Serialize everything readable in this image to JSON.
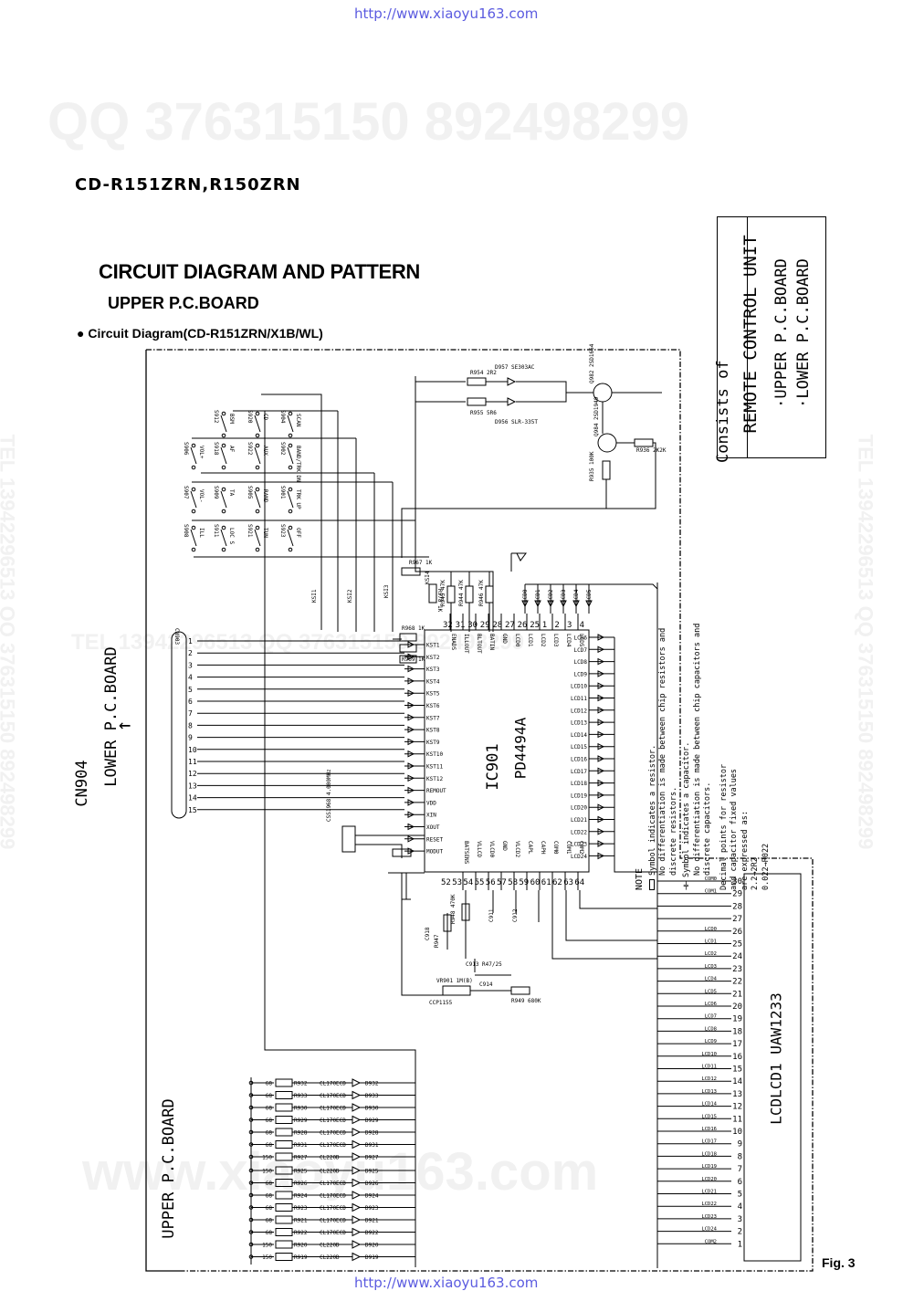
{
  "source_url": "http://www.xiaoyu163.com",
  "watermarks": {
    "qq": "QQ 376315150   892498299",
    "www": "www.xiaoyu163.com",
    "tel_left": "TEL 13942296513   QQ 376315150 892498299",
    "tel_mid": "TEL 13942296513   QQ 376315150 892498299",
    "tel_right": "TEL 13942296513   QQ 376315150 892498299"
  },
  "model": "CD-R151ZRN,R150ZRN",
  "title": "CIRCUIT DIAGRAM AND PATTERN",
  "subtitle": "UPPER P.C.BOARD",
  "section": "Circuit Diagram(CD-R151ZRN/X1B/WL)",
  "bullet": "●",
  "remote_box": {
    "line1": "REMOTE CONTROL UNIT",
    "line2": "Consists of",
    "line3": "·UPPER P.C.BOARD",
    "line4": "·LOWER P.C.BOARD"
  },
  "notes": {
    "heading": "NOTE",
    "res1": "Symbol indicates a resistor.",
    "res2": "No differentiation is made between chip resistors and",
    "res3": "discrete resistors.",
    "cap1": "Symbol indicates a capacitor.",
    "cap2": "No differentiation is made between chip capacitors and",
    "cap3": "discrete capacitors.",
    "dec1": "Decimal points for resistor",
    "dec2": "and capacitor fixed values",
    "dec3": "are expressed as:",
    "dec4": "2.2→2R2",
    "dec5": "0.022→R022"
  },
  "cn904": {
    "label1": "CN904",
    "label2": "LOWER P.C.BOARD",
    "arrow": "←",
    "connector": "CN903",
    "pins": [
      "1",
      "2",
      "3",
      "4",
      "5",
      "6",
      "7",
      "8",
      "9",
      "10",
      "11",
      "12",
      "13",
      "14",
      "15"
    ]
  },
  "ic901": {
    "ref": "IC901",
    "part": "PD4494A",
    "left_pins": [
      "KST1",
      "KST2",
      "KST3",
      "KST4",
      "KST5",
      "KST6",
      "KST7",
      "KST8",
      "KST9",
      "KST10",
      "KST11",
      "KST12",
      "REMOUT",
      "VDD",
      "XIN",
      "XOUT",
      "RESET",
      "MODUT"
    ],
    "right_pins": [
      "LCD6",
      "LCD7",
      "LCD8",
      "LCD9",
      "LCD10",
      "LCD11",
      "LCD12",
      "LCD13",
      "LCD14",
      "LCD15",
      "LCD16",
      "LCD17",
      "LCD18",
      "LCD19",
      "LCD20",
      "LCD21",
      "LCD22",
      "LCD23",
      "LCD24"
    ],
    "top_pins": [
      "ENADS",
      "ILLOUT",
      "BLTOUT",
      "BATIN",
      "GND",
      "LCD0",
      "LCD1",
      "LCD2",
      "LCD3",
      "LCD4",
      "LCD5"
    ],
    "top_nums": [
      "32",
      "31",
      "30",
      "29",
      "28",
      "27",
      "26",
      "25",
      "1",
      "2",
      "3",
      "4"
    ],
    "bottom_pins": [
      "BATSENS",
      "VLLCD",
      "VLCD0",
      "GND",
      "VLCD2",
      "CAPL",
      "CAPH",
      "COM0",
      "COM1",
      "COM2"
    ],
    "bottom_nums": [
      "52",
      "53",
      "54",
      "55",
      "56",
      "57",
      "58",
      "59",
      "60",
      "61",
      "62",
      "63",
      "64"
    ]
  },
  "lcd": {
    "label": "LCDLCD1 UAW1233",
    "pins": [
      "30",
      "29",
      "28",
      "27",
      "26",
      "25",
      "24",
      "23",
      "22",
      "21",
      "20",
      "19",
      "18",
      "17",
      "16",
      "15",
      "14",
      "13",
      "12",
      "11",
      "10",
      "9",
      "8",
      "7",
      "6",
      "5",
      "4",
      "3",
      "2",
      "1"
    ],
    "signals": [
      "COM0",
      "COM1",
      "",
      "",
      "LCD0",
      "LCD1",
      "LCD2",
      "LCD3",
      "LCD4",
      "LCD5",
      "LCD6",
      "LCD7",
      "LCD8",
      "LCD9",
      "LCD10",
      "LCD11",
      "LCD12",
      "LCD13",
      "LCD14",
      "LCD15",
      "LCD16",
      "LCD17",
      "LCD18",
      "LCD19",
      "LCD20",
      "LCD21",
      "LCD22",
      "LCD23",
      "LCD24",
      "COM2"
    ]
  },
  "switches": [
    {
      "ref": "S912",
      "fn": "BSM"
    },
    {
      "ref": "S920",
      "fn": "CD"
    },
    {
      "ref": "S904",
      "fn": "SCAN"
    },
    {
      "ref": "S906",
      "fn": "VOL+"
    },
    {
      "ref": "S918",
      "fn": "AF"
    },
    {
      "ref": "S922",
      "fn": "AUX"
    },
    {
      "ref": "S902",
      "fn": "BAND/TRK DN"
    },
    {
      "ref": "S907",
      "fn": "VOL-"
    },
    {
      "ref": "S909",
      "fn": "TA"
    },
    {
      "ref": "S905",
      "fn": "RAND"
    },
    {
      "ref": "S901",
      "fn": "TRK UP"
    },
    {
      "ref": "S908",
      "fn": "ILL"
    },
    {
      "ref": "S911",
      "fn": "LOC S"
    },
    {
      "ref": "S921",
      "fn": "TUN"
    },
    {
      "ref": "S923",
      "fn": "OFF"
    }
  ],
  "transistor_parts": {
    "q982": "Q982 2SD1664",
    "q984": "Q984 2SD1949",
    "d957": "D957 SE303AC",
    "d956": "D956 SLR-335T",
    "r954": "R954 2R2",
    "r955": "R955 5R6",
    "r935": "R935 100K",
    "r936": "R936 2K2K"
  },
  "pullups": [
    "R967 1K",
    "R978 1K",
    "R945 47K",
    "R944 47K",
    "R946 47K"
  ],
  "osc": "CSS1968 4.000MHz",
  "misc_parts": [
    "R968 1K",
    "R969 1K",
    "R970 1K",
    "C918",
    "R947",
    "R948 470K",
    "C911",
    "C912",
    "C913 R47/25",
    "C914",
    "VR901 1M(B)",
    "CCP1155",
    "R949 680K"
  ],
  "ksi_labels": [
    "KSI1",
    "KSI2",
    "KSI3",
    "KSI4"
  ],
  "led_upper": [
    {
      "d": "D932",
      "type": "CL170ECD",
      "r": "R932",
      "v": "68"
    },
    {
      "d": "D933",
      "type": "CL170ECD",
      "r": "R933",
      "v": "68"
    },
    {
      "d": "D930",
      "type": "CL170ECD",
      "r": "R930",
      "v": "68"
    },
    {
      "d": "D929",
      "type": "CL170ECD",
      "r": "R929",
      "v": "68"
    },
    {
      "d": "D928",
      "type": "CL170ECD",
      "r": "R928",
      "v": "68"
    },
    {
      "d": "D931",
      "type": "CL170ECD",
      "r": "R931",
      "v": "68"
    },
    {
      "d": "D927",
      "type": "CL220D",
      "r": "R927",
      "v": "150"
    }
  ],
  "led_lower": [
    {
      "d": "D925",
      "type": "CL220D",
      "r": "R925",
      "v": "150"
    },
    {
      "d": "D926",
      "type": "CL170ECD",
      "r": "R926",
      "v": "68"
    },
    {
      "d": "D924",
      "type": "CL170ECD",
      "r": "R924",
      "v": "68"
    },
    {
      "d": "D923",
      "type": "CL170ECD",
      "r": "R923",
      "v": "68"
    },
    {
      "d": "D921",
      "type": "CL170ECD",
      "r": "R921",
      "v": "68"
    },
    {
      "d": "D922",
      "type": "CL170ECD",
      "r": "R922",
      "v": "68"
    },
    {
      "d": "D920",
      "type": "CL220D",
      "r": "R920",
      "v": "150"
    },
    {
      "d": "D919",
      "type": "CL220D",
      "r": "R919",
      "v": "150"
    }
  ],
  "upper_label": "UPPER P.C.BOARD",
  "fig": "Fig. 3"
}
